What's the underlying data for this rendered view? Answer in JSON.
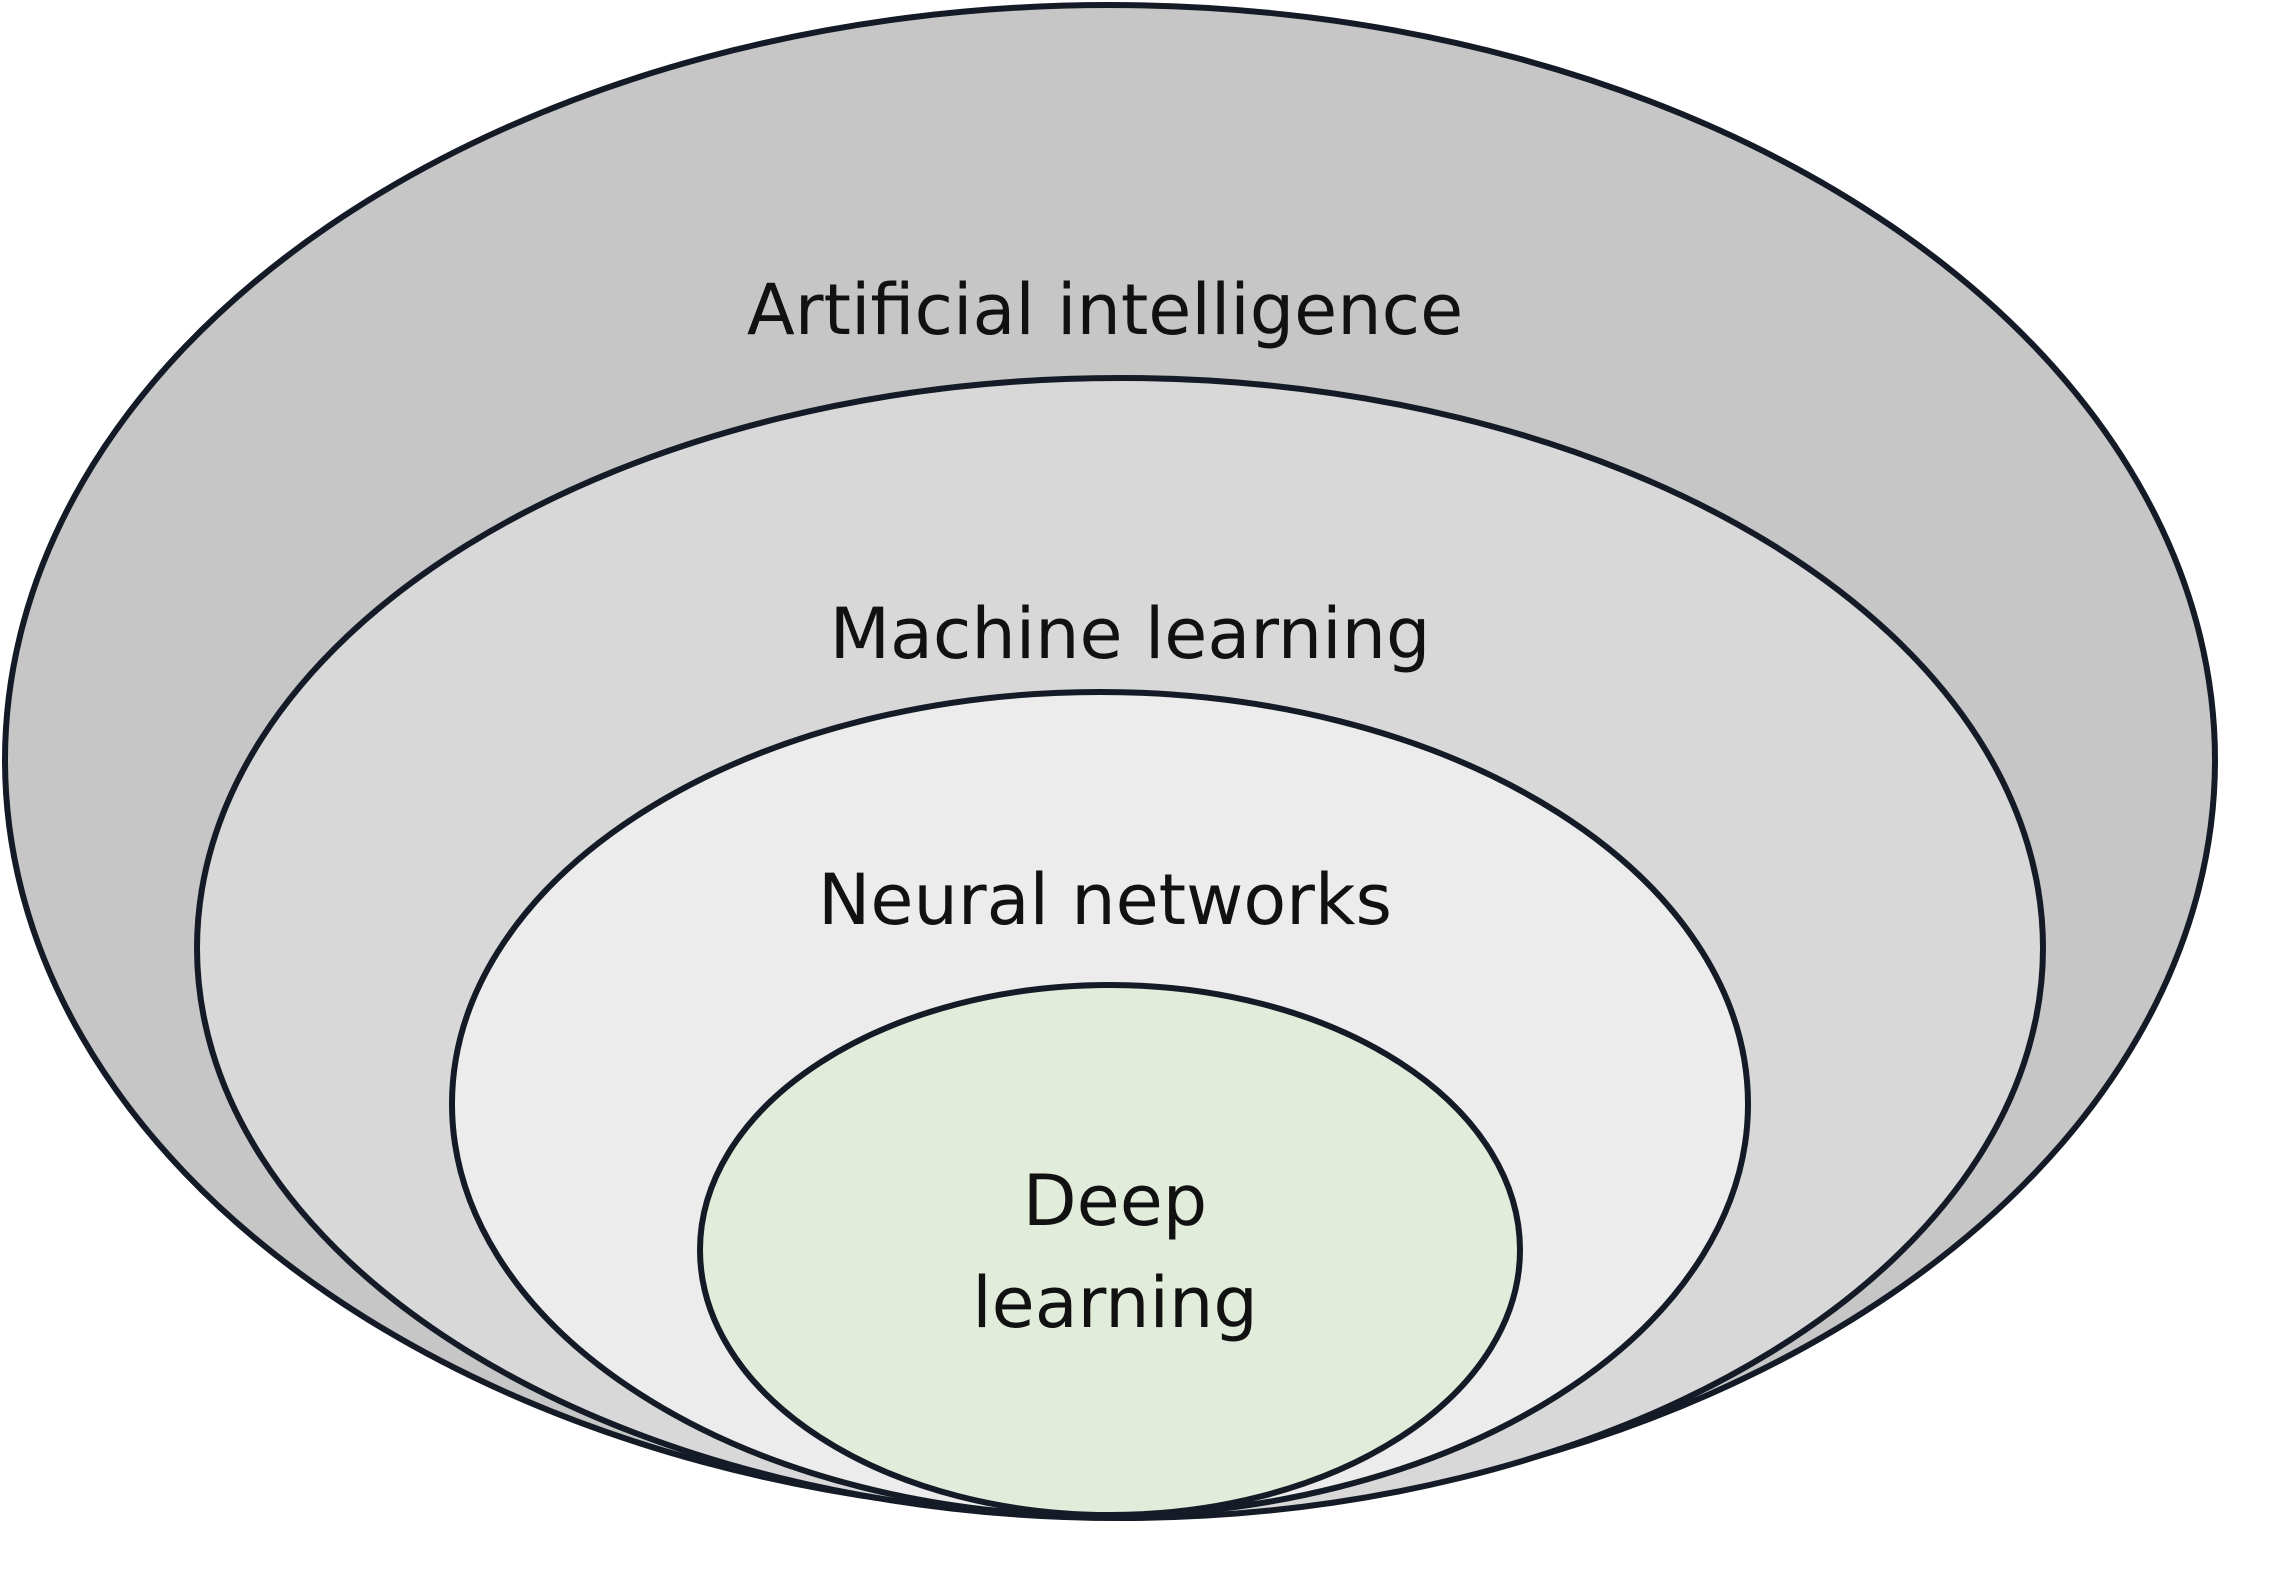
{
  "diagram": {
    "artificial_intelligence": {
      "label": "Artificial intelligence",
      "fill": "#c6c6c6"
    },
    "machine_learning": {
      "label": "Machine learning",
      "fill": "#d8d8d8"
    },
    "neural_networks": {
      "label": "Neural networks",
      "fill": "#ececec"
    },
    "deep_learning": {
      "label_line1": "Deep",
      "label_line2": "learning",
      "fill": "#e1edda"
    },
    "stray_text": {
      "text1": "M",
      "text2": "M"
    }
  }
}
